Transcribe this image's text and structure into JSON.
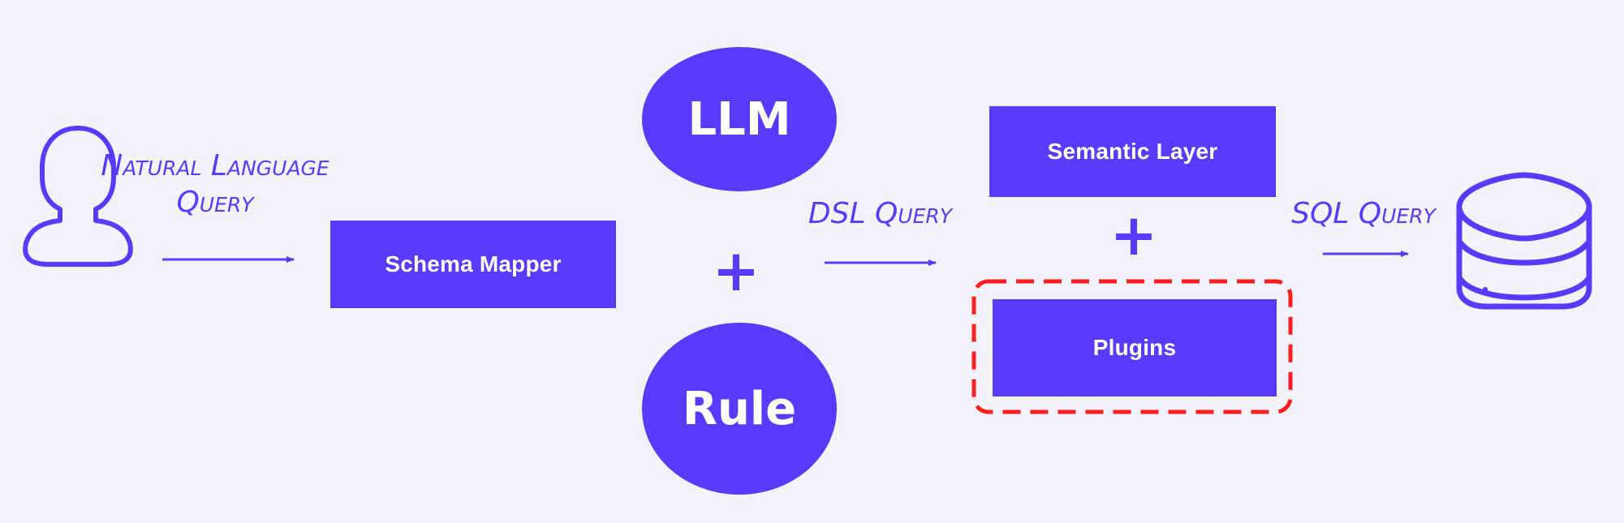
{
  "colors": {
    "accent": "#5b3aff",
    "highlight": "#ff1f1f",
    "background": "#f4f3fc"
  },
  "labels": {
    "nl_query_line1": "Natural Language",
    "nl_query_line2": "Query",
    "dsl_query": "DSL Query",
    "sql_query": "SQL Query"
  },
  "boxes": {
    "schema_mapper": "Schema Mapper",
    "semantic_layer": "Semantic Layer",
    "plugins": "Plugins"
  },
  "circles": {
    "llm": "LLM",
    "rule": "Rule"
  },
  "operators": {
    "plus_center": "+",
    "plus_right": "+"
  },
  "icons": {
    "user": "user-icon",
    "database": "database-icon"
  }
}
